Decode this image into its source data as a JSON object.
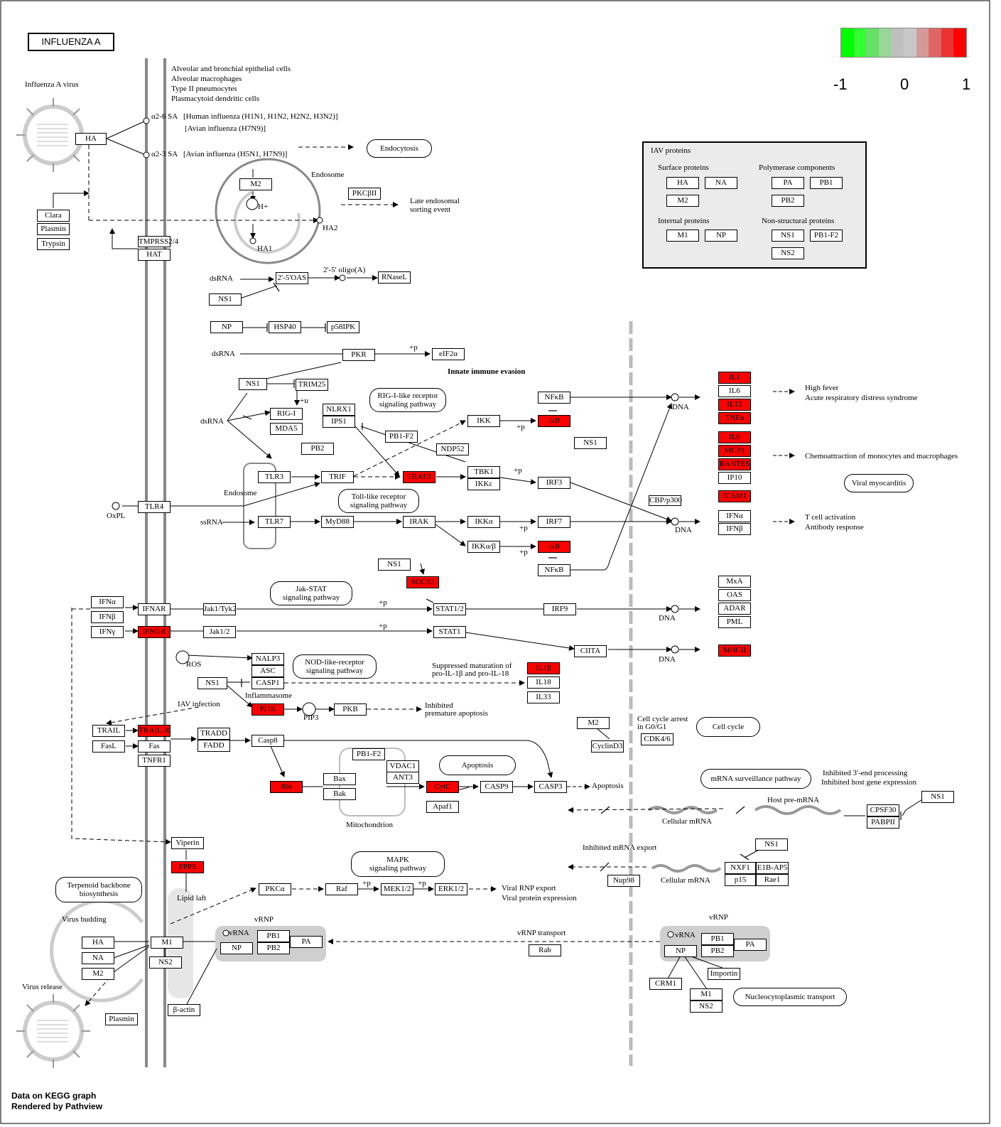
{
  "title": "INFLUENZA A",
  "footer": {
    "line1": "Data on KEGG graph",
    "line2": "Rendered by Pathview"
  },
  "legend": {
    "colors": [
      "#00ff00",
      "#33ff33",
      "#66e066",
      "#99d699",
      "#bfbfbf",
      "#c8c8c8",
      "#d49a9a",
      "#e06666",
      "#ec3333",
      "#ff0000"
    ],
    "ticks": [
      "-1",
      "0",
      "1"
    ]
  },
  "highlight_color": "#ff0000",
  "labels": {
    "influenza_virus": "Influenza A virus",
    "cells1": "Alveolar and bronchial epithelial cells",
    "cells2": "Alveolar macrophages",
    "cells3": "Type II pneumocytes",
    "cells4": "Plasmacytoid dendritic cells",
    "a26": "α2-6 SA",
    "a26_desc": "[Human influenza (H1N1, H1N2, H2N2, H3N2)]",
    "a26_desc2": "[Avian influenza (H7N9)]",
    "a23": "α2-3 SA",
    "a23_desc": "[Avian influenza (H5N1, H7N9)]",
    "endosome": "Endosome",
    "hplus": "H+",
    "ha2": "HA2",
    "ha1": "HA1",
    "late_endo": "Late endosomal\nsorting event",
    "oligo": "2'-5' oligo(A)",
    "dsrna1": "dsRNA",
    "dsrna2": "dsRNA",
    "dsrna3": "dsRNA",
    "p1": "+p",
    "innate": "Innate immune evasion",
    "u": "+u",
    "endosome2": "Endosome",
    "oxpl": "OxPL",
    "ssrna": "ssRNA",
    "p2": "+p",
    "p3": "+p",
    "p4": "+p",
    "p5": "+p",
    "dna1": "DNA",
    "dna2": "DNA",
    "dna3": "DNA",
    "dna4": "DNA",
    "fever1": "High fever",
    "fever2": "Acute respiratory distress syndrome",
    "chemo": "Chemoattraction of monocytes and macrophages",
    "tcell1": "T cell activation",
    "tcell2": "Antibody response",
    "p6": "+p",
    "p7": "+p",
    "ros": "ROS",
    "inflammasome": "Inflammasome",
    "suppressed1": "Suppressed maturation of",
    "suppressed2": "pro-IL-1β and pro-IL-18",
    "iav_inf": "IAV infection",
    "pip3": "PIP3",
    "inhibited_apop1": "Inhibited",
    "inhibited_apop2": "premature apoptosis",
    "cellcycle_arrest1": "Cell cycle arrest",
    "cellcycle_arrest2": "in G0/G1",
    "mito": "Mitochondrion",
    "apoptosis2": "Apoptosis",
    "inhibited3_1": "Inhibited 3'-end processing",
    "inhibited3_2": "Inhibited host gene expression",
    "hostpre": "Host pre-mRNA",
    "cellmrna1": "Cellular mRNA",
    "cellmrna2": "Cellular mRNA",
    "inhib_export": "Inhibited mRNA export",
    "lipid": "Lipid laft",
    "p8": "+p",
    "p9": "+p",
    "viralrnp1": "Viral RNP export",
    "viralrnp2": "Viral protein expression",
    "virusbud": "Virus budding",
    "virusrel": "Virus release",
    "vrnp1": "vRNP",
    "vrnp2": "vRNP",
    "vrna1": "vRNA",
    "vrna2": "vRNA",
    "vrnp_transport": "vRNP transport",
    "iav_proteins": "IAV proteins",
    "surface": "Surface proteins",
    "polymerase": "Polymerase components",
    "internal": "Internal proteins",
    "nonstruct": "Non-structural proteins"
  },
  "pills": {
    "endocytosis": "Endocytosis",
    "riglike": "RIG-I-like receptor\nsignaling pathway",
    "tolllike": "Toll-like receptor\nsignaling pathway",
    "jakstat": "Jak-STAT\nsignaling pathway",
    "nod": "NOD-like-receptor\nsignaling pathway",
    "apoptosis": "Apoptosis",
    "cellcycle": "Cell cycle",
    "mrnasurv": "mRNA surveillance pathway",
    "mapk": "MAPK\nsignaling pathway",
    "terpenoid": "Terpenoid backbone\nbiosynthesis",
    "viralmyo": "Viral myocarditis",
    "nucleo": "Nucleocytoplasmic transport"
  },
  "genes": {
    "HA": "HA",
    "Clara": "Clara",
    "Plasmin": "Plasmin",
    "Trypsin": "Trypsin",
    "TMPRSS2": "TMPRSS2/4",
    "HAT": "HAT",
    "M2a": "M2",
    "PKCbII": "PKCβII",
    "OAS": "2'-5'OAS",
    "RNaseL": "RNaseL",
    "NS1a": "NS1",
    "NPa": "NP",
    "HSP40": "HSP40",
    "p58IPK": "p58IPK",
    "PKR": "PKR",
    "eIF2a": "eIF2α",
    "NS1b": "NS1",
    "TRIM25": "TRIM25",
    "RIGI": "RIG-I",
    "MDA5": "MDA5",
    "NLRX1": "NLRX1",
    "IPS1": "IPS1",
    "PB2a": "PB2",
    "PB1F2a": "PB1-F2",
    "NDP52": "NDP52",
    "IKK": "IKK",
    "NFkBa": "NFκB",
    "IkBa": "IκB",
    "NS1c": "NS1",
    "TLR3": "TLR3",
    "TRIF": "TRIF",
    "TRAF3": "TRAF3",
    "TBK1": "TBK1",
    "IKKe": "IKKε",
    "IRF3": "IRF3",
    "TLR4": "TLR4",
    "TLR7": "TLR7",
    "MyD88": "MyD88",
    "IRAK": "IRAK",
    "IKKa": "IKKα",
    "IRF7": "IRF7",
    "IKKab": "IKKα/β",
    "IkBb": "IκB",
    "NFkBb": "NFκB",
    "CBP": "CBP/p300",
    "IL1": "IL1",
    "IL6": "IL6",
    "IL12": "IL12",
    "TNFa": "TNFα",
    "IL8": "IL8",
    "MCP1": "MCP1",
    "RANTES": "RANTES",
    "IP10": "IP10",
    "ICAM1": "ICAM1",
    "IFNa_out": "IFNα",
    "IFNb_out": "IFNβ",
    "NS1d": "NS1",
    "SOCS3": "SOCS3",
    "IFNa_in": "IFNα",
    "IFNb_in": "IFNβ",
    "IFNg": "IFNγ",
    "IFNAR": "IFNAR",
    "IFNGR": "IFNGR",
    "Jak1Tyk2": "Jak1/Tyk2",
    "Jak12": "Jak1/2",
    "STAT12": "STAT1/2",
    "STAT1": "STAT1",
    "IRF9": "IRF9",
    "CIITA": "CIITA",
    "MxA": "MxA",
    "OAS2": "OAS",
    "ADAR": "ADAR",
    "PML": "PML",
    "MHCII": "MHCII",
    "NALP3": "NALP3",
    "ASC": "ASC",
    "CASP1": "CASP1",
    "NS1e": "NS1",
    "IL1b": "IL1β",
    "IL18": "IL18",
    "IL33": "IL33",
    "PI3K": "PI3K",
    "PKB": "PKB",
    "TRAIL": "TRAIL",
    "TRAILR": "TRAIL-R",
    "FasL": "FasL",
    "Fas": "Fas",
    "TNFR1": "TNFR1",
    "TRADD": "TRADD",
    "FADD": "FADD",
    "Casp8": "Casp8",
    "Bid": "Bid",
    "Bax": "Bax",
    "Bak": "Bak",
    "PB1F2b": "PB1-F2",
    "VDAC1": "VDAC1",
    "ANT3": "ANT3",
    "CytC": "CytC",
    "Apaf1": "Apaf1",
    "CASP9": "CASP9",
    "CASP3": "CASP3",
    "M2b": "M2",
    "CyclinD3": "CyclinD3",
    "CDK46": "CDK4/6",
    "NS1f": "NS1",
    "CPSF30": "CPSF30",
    "PABPII": "PABPII",
    "NS1g": "NS1",
    "NXF1": "NXF1",
    "E1BAP5": "E1B-AP5",
    "p15": "p15",
    "Rae1": "Rae1",
    "Nup98": "Nup98",
    "Viperin": "Viperin",
    "FPPS": "FPPS",
    "PKCa": "PKCα",
    "Raf": "Raf",
    "MEK12": "MEK1/2",
    "ERK12": "ERK1/2",
    "HAb": "HA",
    "NAb": "NA",
    "M2c": "M2",
    "M1a": "M1",
    "NS2a": "NS2",
    "Plasmin2": "Plasmin",
    "bactin": "β-actin",
    "PB1a": "PB1",
    "PB2b": "PB2",
    "PAa": "PA",
    "NPb": "NP",
    "Rab": "Rab",
    "PB1b": "PB1",
    "PB2c": "PB2",
    "PAb": "PA",
    "NPc": "NP",
    "CRM1": "CRM1",
    "Importin": "Importin",
    "M1b": "M1",
    "NS2b": "NS2",
    "iav_HA": "HA",
    "iav_NA": "NA",
    "iav_M2": "M2",
    "iav_PA": "PA",
    "iav_PB1": "PB1",
    "iav_PB2": "PB2",
    "iav_M1": "M1",
    "iav_NP": "NP",
    "iav_NS1": "NS1",
    "iav_PB1F2": "PB1-F2",
    "iav_NS2": "NS2"
  }
}
